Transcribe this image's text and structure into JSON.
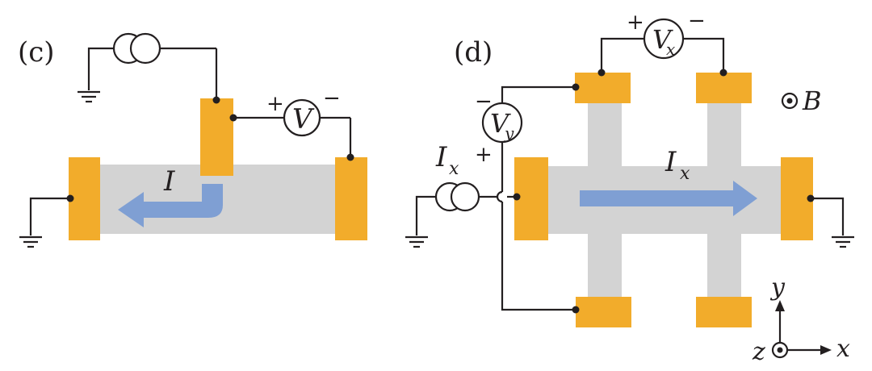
{
  "colors": {
    "contact": "#f2ac2b",
    "channel": "#d3d3d3",
    "current_arrow": "#7f9fd3",
    "wire": "#231f20",
    "background": "#ffffff"
  },
  "panel_c": {
    "label": "(c)",
    "current_label": "I",
    "voltmeter_label": "V",
    "plus_sign": "+",
    "minus_sign": "−",
    "source_icon": "current-source-icon",
    "ground_icon": "ground-icon"
  },
  "panel_d": {
    "label": "(d)",
    "current_label_main": "I",
    "current_label_sub": "x",
    "source_label_main": "I",
    "source_label_sub": "x",
    "vx_main": "V",
    "vx_sub": "x",
    "vy_main": "V",
    "vy_sub": "y",
    "vx_plus": "+",
    "vx_minus": "−",
    "vy_plus": "+",
    "vy_minus": "−",
    "field_label": "B",
    "field_icon": "field-out-of-page-icon",
    "source_icon": "current-source-icon",
    "ground_icon": "ground-icon"
  },
  "axes": {
    "x_label": "x",
    "y_label": "y",
    "z_label": "z",
    "z_icon": "out-of-page-dot-icon"
  }
}
